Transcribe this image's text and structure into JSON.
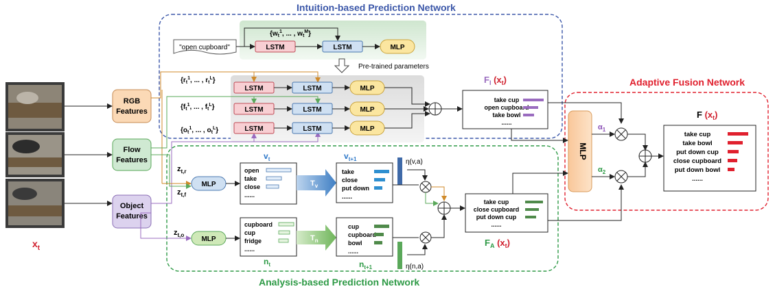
{
  "titles": {
    "intuition": "Intuition-based Prediction Network",
    "analysis": "Analysis-based Prediction Network",
    "fusion": "Adaptive Fusion Network"
  },
  "input": {
    "label_main": "x",
    "label_sub": "t"
  },
  "features": {
    "rgb_line1": "RGB",
    "rgb_line2": "Features",
    "flow_line1": "Flow",
    "flow_line2": "Features",
    "object_line1": "Object",
    "object_line2": "Features"
  },
  "intuition": {
    "text_input": "\"open cupboard\"",
    "lstm": "LSTM",
    "mlp": "MLP",
    "word_seq": "{w",
    "word_seq_close": "}",
    "pretrained": "Pre-trained parameters",
    "r_seq": "{r",
    "f_seq": "{f",
    "o_seq": "{o",
    "ellipsis": ", ... ,",
    "fi_label": "F",
    "fi_sub": "I",
    "fi_arg": "(x",
    "fi_arg_sub": "t",
    "fi_items": [
      "take cup",
      "open cupboard",
      "take bowl",
      "......"
    ]
  },
  "analysis": {
    "mlp": "MLP",
    "z_tr": "z",
    "z_tr_sub": "t,r",
    "z_tf_sub": "t,f",
    "z_to_sub": "t,o",
    "v_t": "v",
    "v_t1": "v",
    "n_t": "n",
    "n_t1": "n",
    "sub_t": "t",
    "sub_t1": "t+1",
    "T_v": "T",
    "T_v_sub": "v",
    "T_n_sub": "n",
    "verbs_t": [
      "open",
      "take",
      "close",
      "......"
    ],
    "verbs_t1": [
      "take",
      "close",
      "put down",
      "......"
    ],
    "nouns_t": [
      "cupboard",
      "cup",
      "fridge",
      "......"
    ],
    "nouns_t1": [
      "cup",
      "cupboard",
      "bowl",
      "......"
    ],
    "eta_v": "η(v,a)",
    "eta_n": "η(n,a)",
    "fa_label": "F",
    "fa_sub": "A",
    "fa_items": [
      "take cup",
      "close cupboard",
      "put down cup",
      "......"
    ]
  },
  "fusion": {
    "mlp": "MLP",
    "alpha1": "α",
    "alpha1_sub": "1",
    "alpha2": "α",
    "alpha2_sub": "2",
    "f_label": "F",
    "f_items": [
      "take cup",
      "take bowl",
      "put down cup",
      "close cupboard",
      "put down bowl",
      "......"
    ]
  },
  "colors": {
    "intuition_border": "#3a56a8",
    "analysis_border": "#2e9a46",
    "fusion_border": "#e0202e",
    "lstm_red": "#f8cfd3",
    "lstm_blue": "#cfe0f2",
    "mlp_yellow": "#fbe6a0",
    "rgb_fill": "#fbd9b6",
    "flow_fill": "#cfe9d2",
    "obj_fill": "#dcd2ee",
    "purple_bar": "#9a6bbf",
    "red_bar": "#e0202e",
    "blue_bar": "#2e8fd0",
    "green_bar": "#4f8a4a"
  }
}
